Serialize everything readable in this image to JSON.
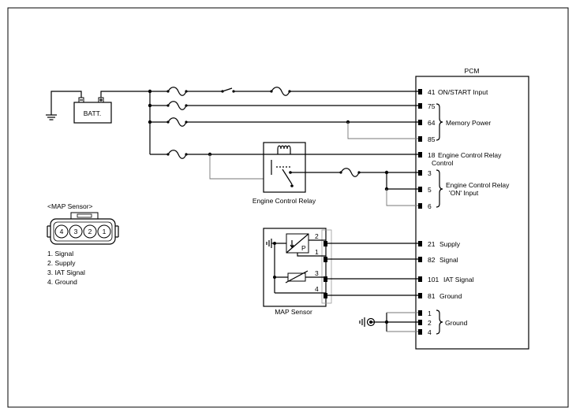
{
  "pcm": {
    "title": "PCM",
    "pins": [
      {
        "num": "41",
        "label": "ON/START Input"
      },
      {
        "num": "75",
        "label": ""
      },
      {
        "num": "64",
        "label": ""
      },
      {
        "num": "85",
        "label": ""
      },
      {
        "num": "18",
        "label": "Engine Control Relay"
      },
      {
        "num": "3",
        "label": ""
      },
      {
        "num": "5",
        "label": ""
      },
      {
        "num": "6",
        "label": ""
      },
      {
        "num": "21",
        "label": "Supply"
      },
      {
        "num": "82",
        "label": "Signal"
      },
      {
        "num": "101",
        "label": "IAT Signal"
      },
      {
        "num": "81",
        "label": "Ground"
      },
      {
        "num": "1",
        "label": ""
      },
      {
        "num": "2",
        "label": ""
      },
      {
        "num": "4",
        "label": ""
      }
    ],
    "pin18_line2": "Control",
    "group_memory": "Memory Power",
    "group_relay_line1": "Engine Control Relay",
    "group_relay_line2": "'ON' Input",
    "group_ground": "Ground"
  },
  "battery": {
    "label": "BATT."
  },
  "relay": {
    "label": "Engine Control Relay"
  },
  "map_sensor": {
    "label": "MAP Sensor",
    "pins": [
      "2",
      "1",
      "3",
      "4"
    ],
    "pressure_symbol": "P"
  },
  "connector": {
    "title": "<MAP Sensor>",
    "pins": [
      "4",
      "3",
      "2",
      "1"
    ],
    "legend": [
      "1. Signal",
      "2. Supply",
      "3. IAT Signal",
      "4. Ground"
    ]
  }
}
